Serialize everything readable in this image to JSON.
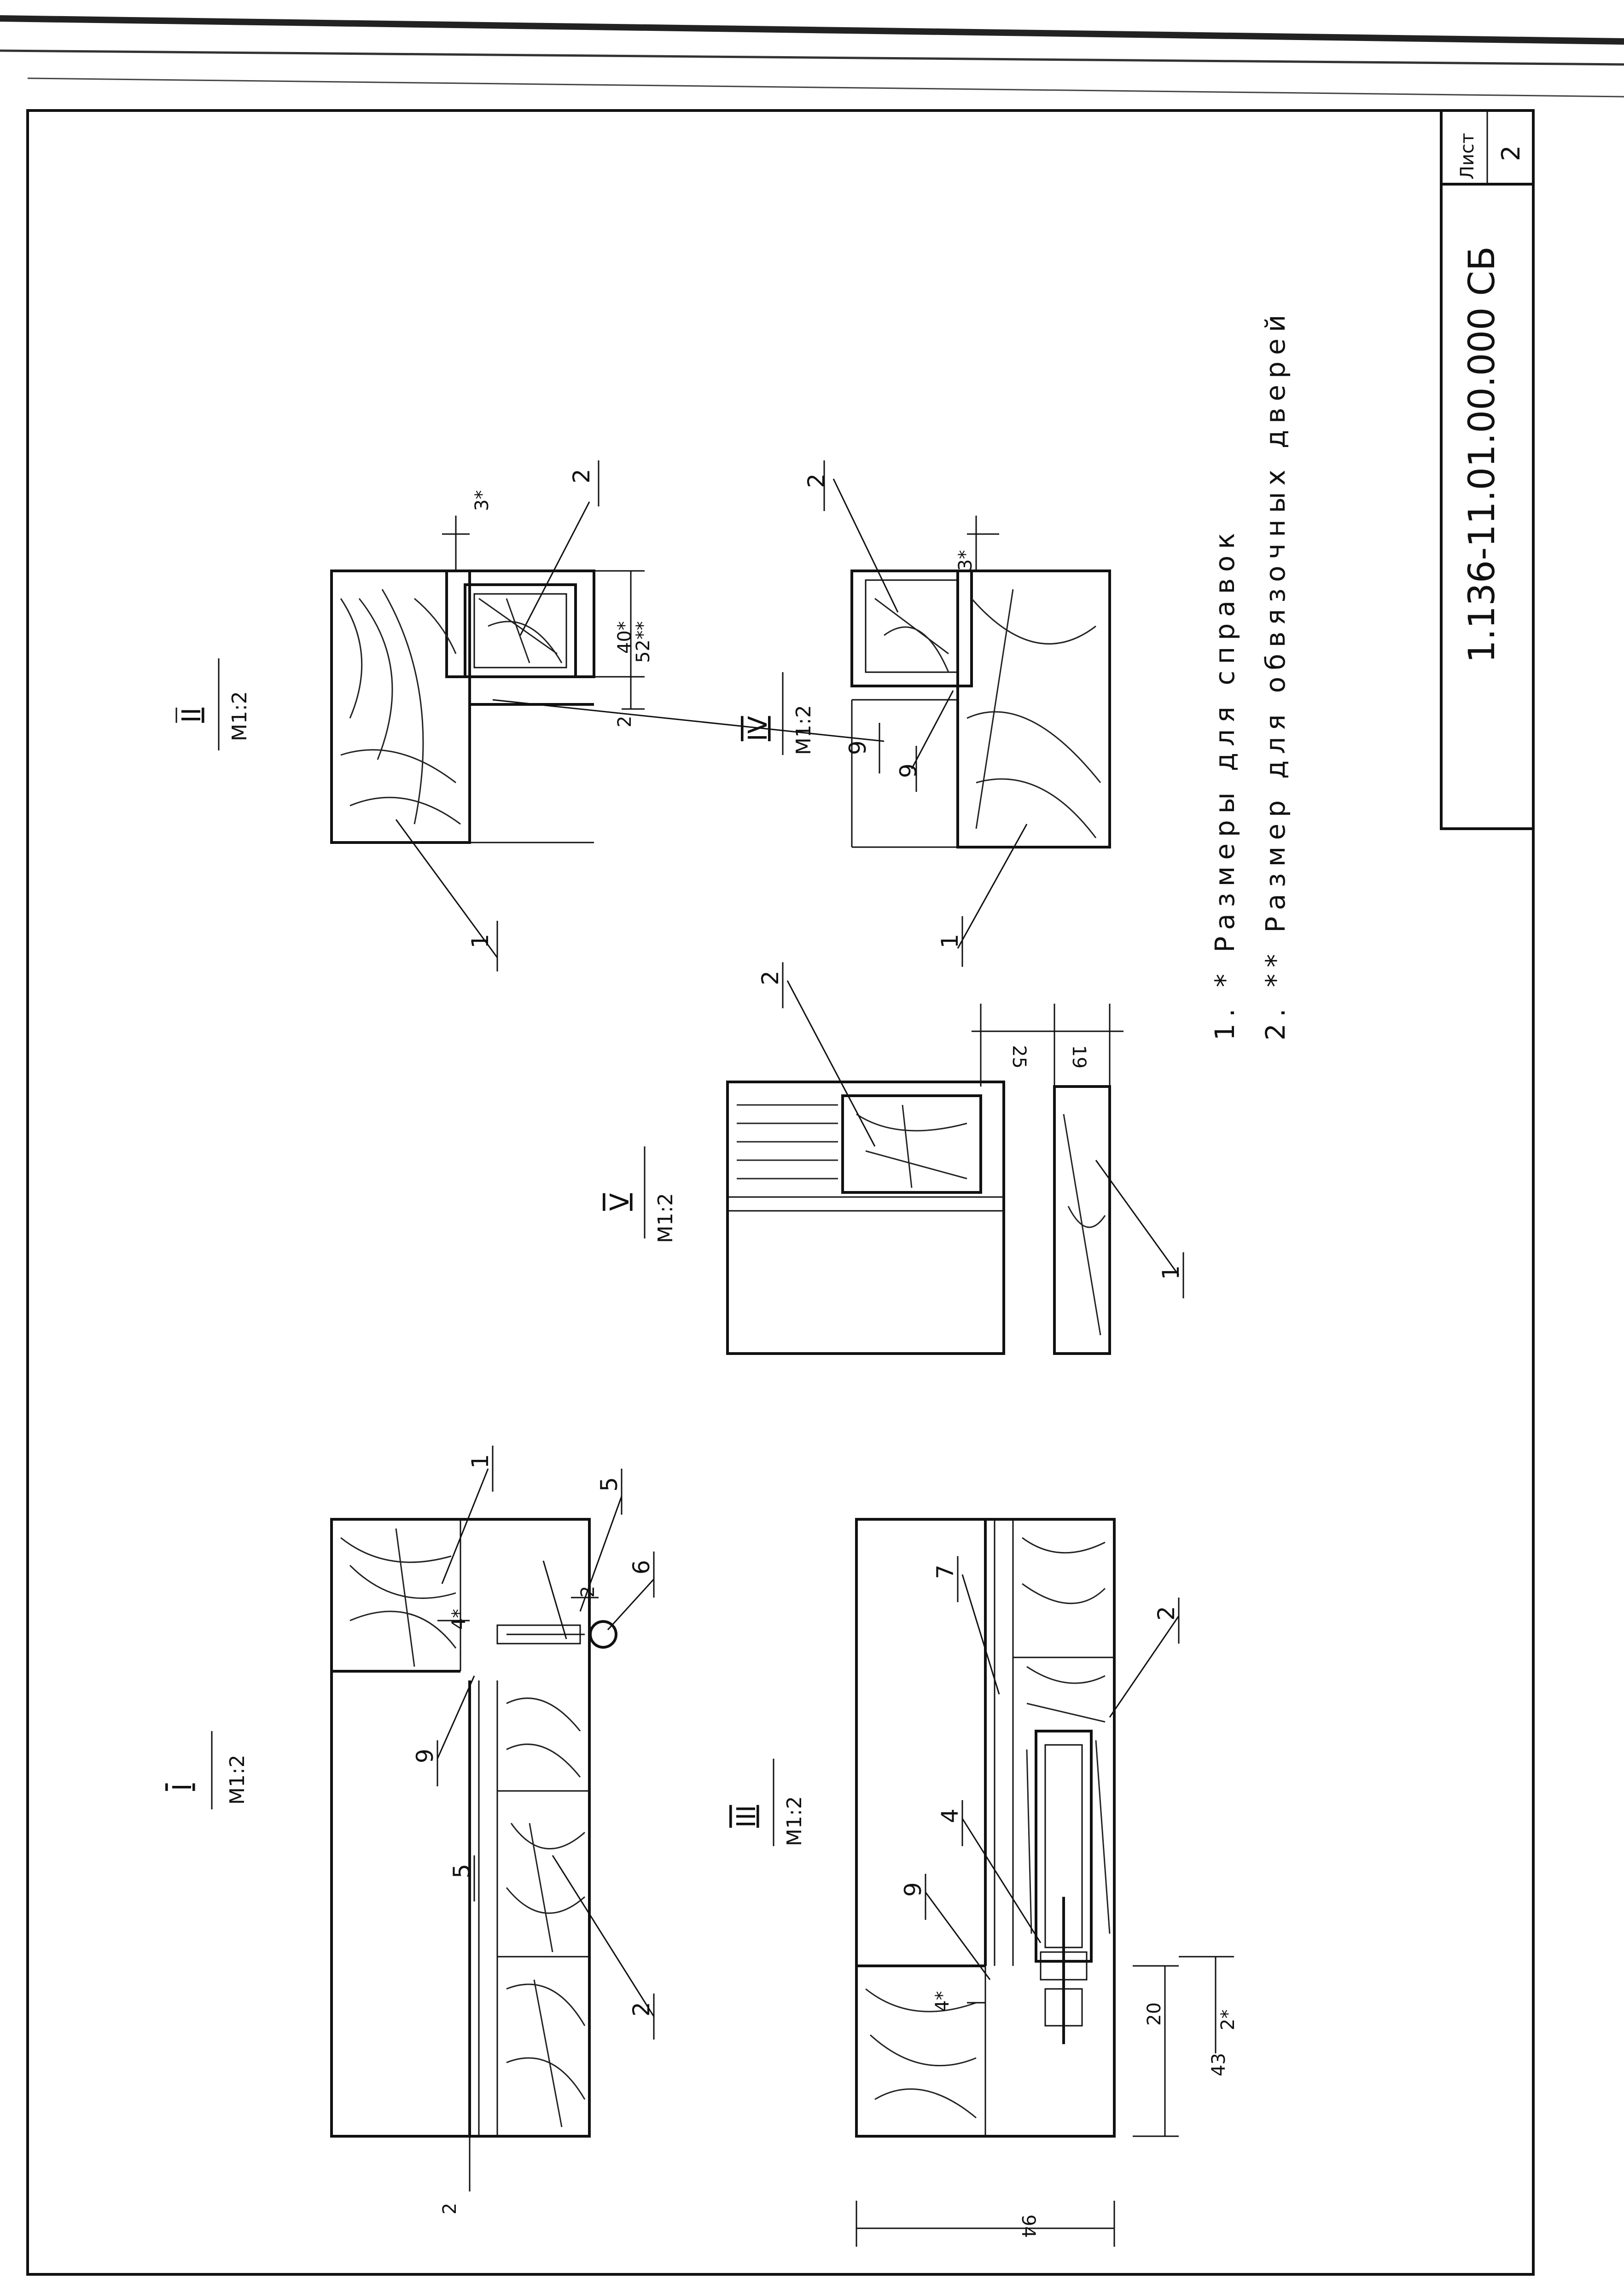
{
  "drawing_number": "1.136-11.01.00.000 СБ",
  "sheet_label": "Лист",
  "sheet_number": "2",
  "notes": [
    "1. * Размеры для справок",
    "2. ** Размер для обвязочных дверей"
  ],
  "sections": {
    "I": {
      "numeral": "I",
      "scale": "М1:2",
      "callouts": [
        "1",
        "5",
        "6",
        "9",
        "5",
        "2"
      ],
      "dims": [
        "4*",
        "2",
        "2"
      ]
    },
    "II": {
      "numeral": "II",
      "scale": "М1:2",
      "callouts": [
        "2",
        "9",
        "1"
      ],
      "dims": [
        "3*",
        "40*",
        "52**",
        "2"
      ]
    },
    "III": {
      "numeral": "III",
      "scale": "М1:2",
      "callouts": [
        "7",
        "2",
        "4",
        "9"
      ],
      "dims": [
        "4*",
        "2*",
        "20",
        "43",
        "94"
      ]
    },
    "IV": {
      "numeral": "IV",
      "scale": "М1:2",
      "callouts": [
        "2",
        "9",
        "1"
      ],
      "dims": [
        "3*"
      ]
    },
    "V": {
      "numeral": "V",
      "scale": "М1:2",
      "callouts": [
        "2",
        "1"
      ],
      "dims": [
        "25",
        "19"
      ]
    }
  }
}
